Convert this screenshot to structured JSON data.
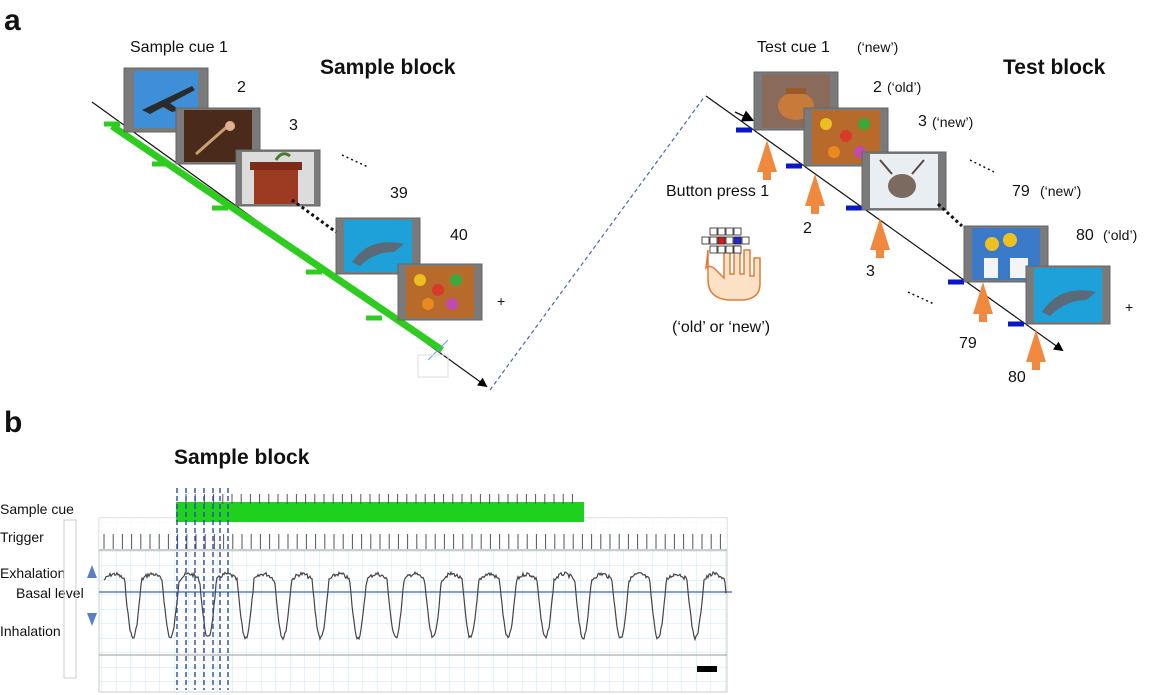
{
  "panel_a": {
    "letter": "a",
    "sample_title": "Sample block",
    "test_title": "Test block",
    "sample_labels": [
      "Sample cue 1",
      "2",
      "3",
      "39",
      "40"
    ],
    "test_cue_labels": [
      "Test cue 1",
      "2",
      "3",
      "79",
      "80"
    ],
    "test_cue_tags": [
      "(‘new’)",
      "(‘old’)",
      "(‘new’)",
      "(‘new’)",
      "(‘old’)"
    ],
    "press_labels": [
      "Button press 1",
      "2",
      "3",
      "79",
      "80"
    ],
    "response_text": "(‘old’ or ‘new’)",
    "images_sample": [
      "airplane",
      "violin",
      "chimney",
      "dolphin",
      "cereal"
    ],
    "images_test": [
      "kettle",
      "cereal",
      "reindeer",
      "flowers-milk",
      "dolphin"
    ],
    "colors": {
      "sample_marker": "#2ecc1f",
      "test_marker": "#0a17c8",
      "press_arrow": "#f0883e",
      "link_dash": "#4a63b8"
    }
  },
  "panel_b": {
    "letter": "b",
    "title": "Sample block",
    "row_labels": [
      "Sample cue",
      "Trigger",
      "Exhalation",
      "Basal level",
      "Inhalation"
    ],
    "colors": {
      "cue_bar": "#1fd11f",
      "grid": "#b8e4ec",
      "basal": "#5b7fc4",
      "dashed": "#2c4aa6",
      "trace": "#444444"
    }
  }
}
